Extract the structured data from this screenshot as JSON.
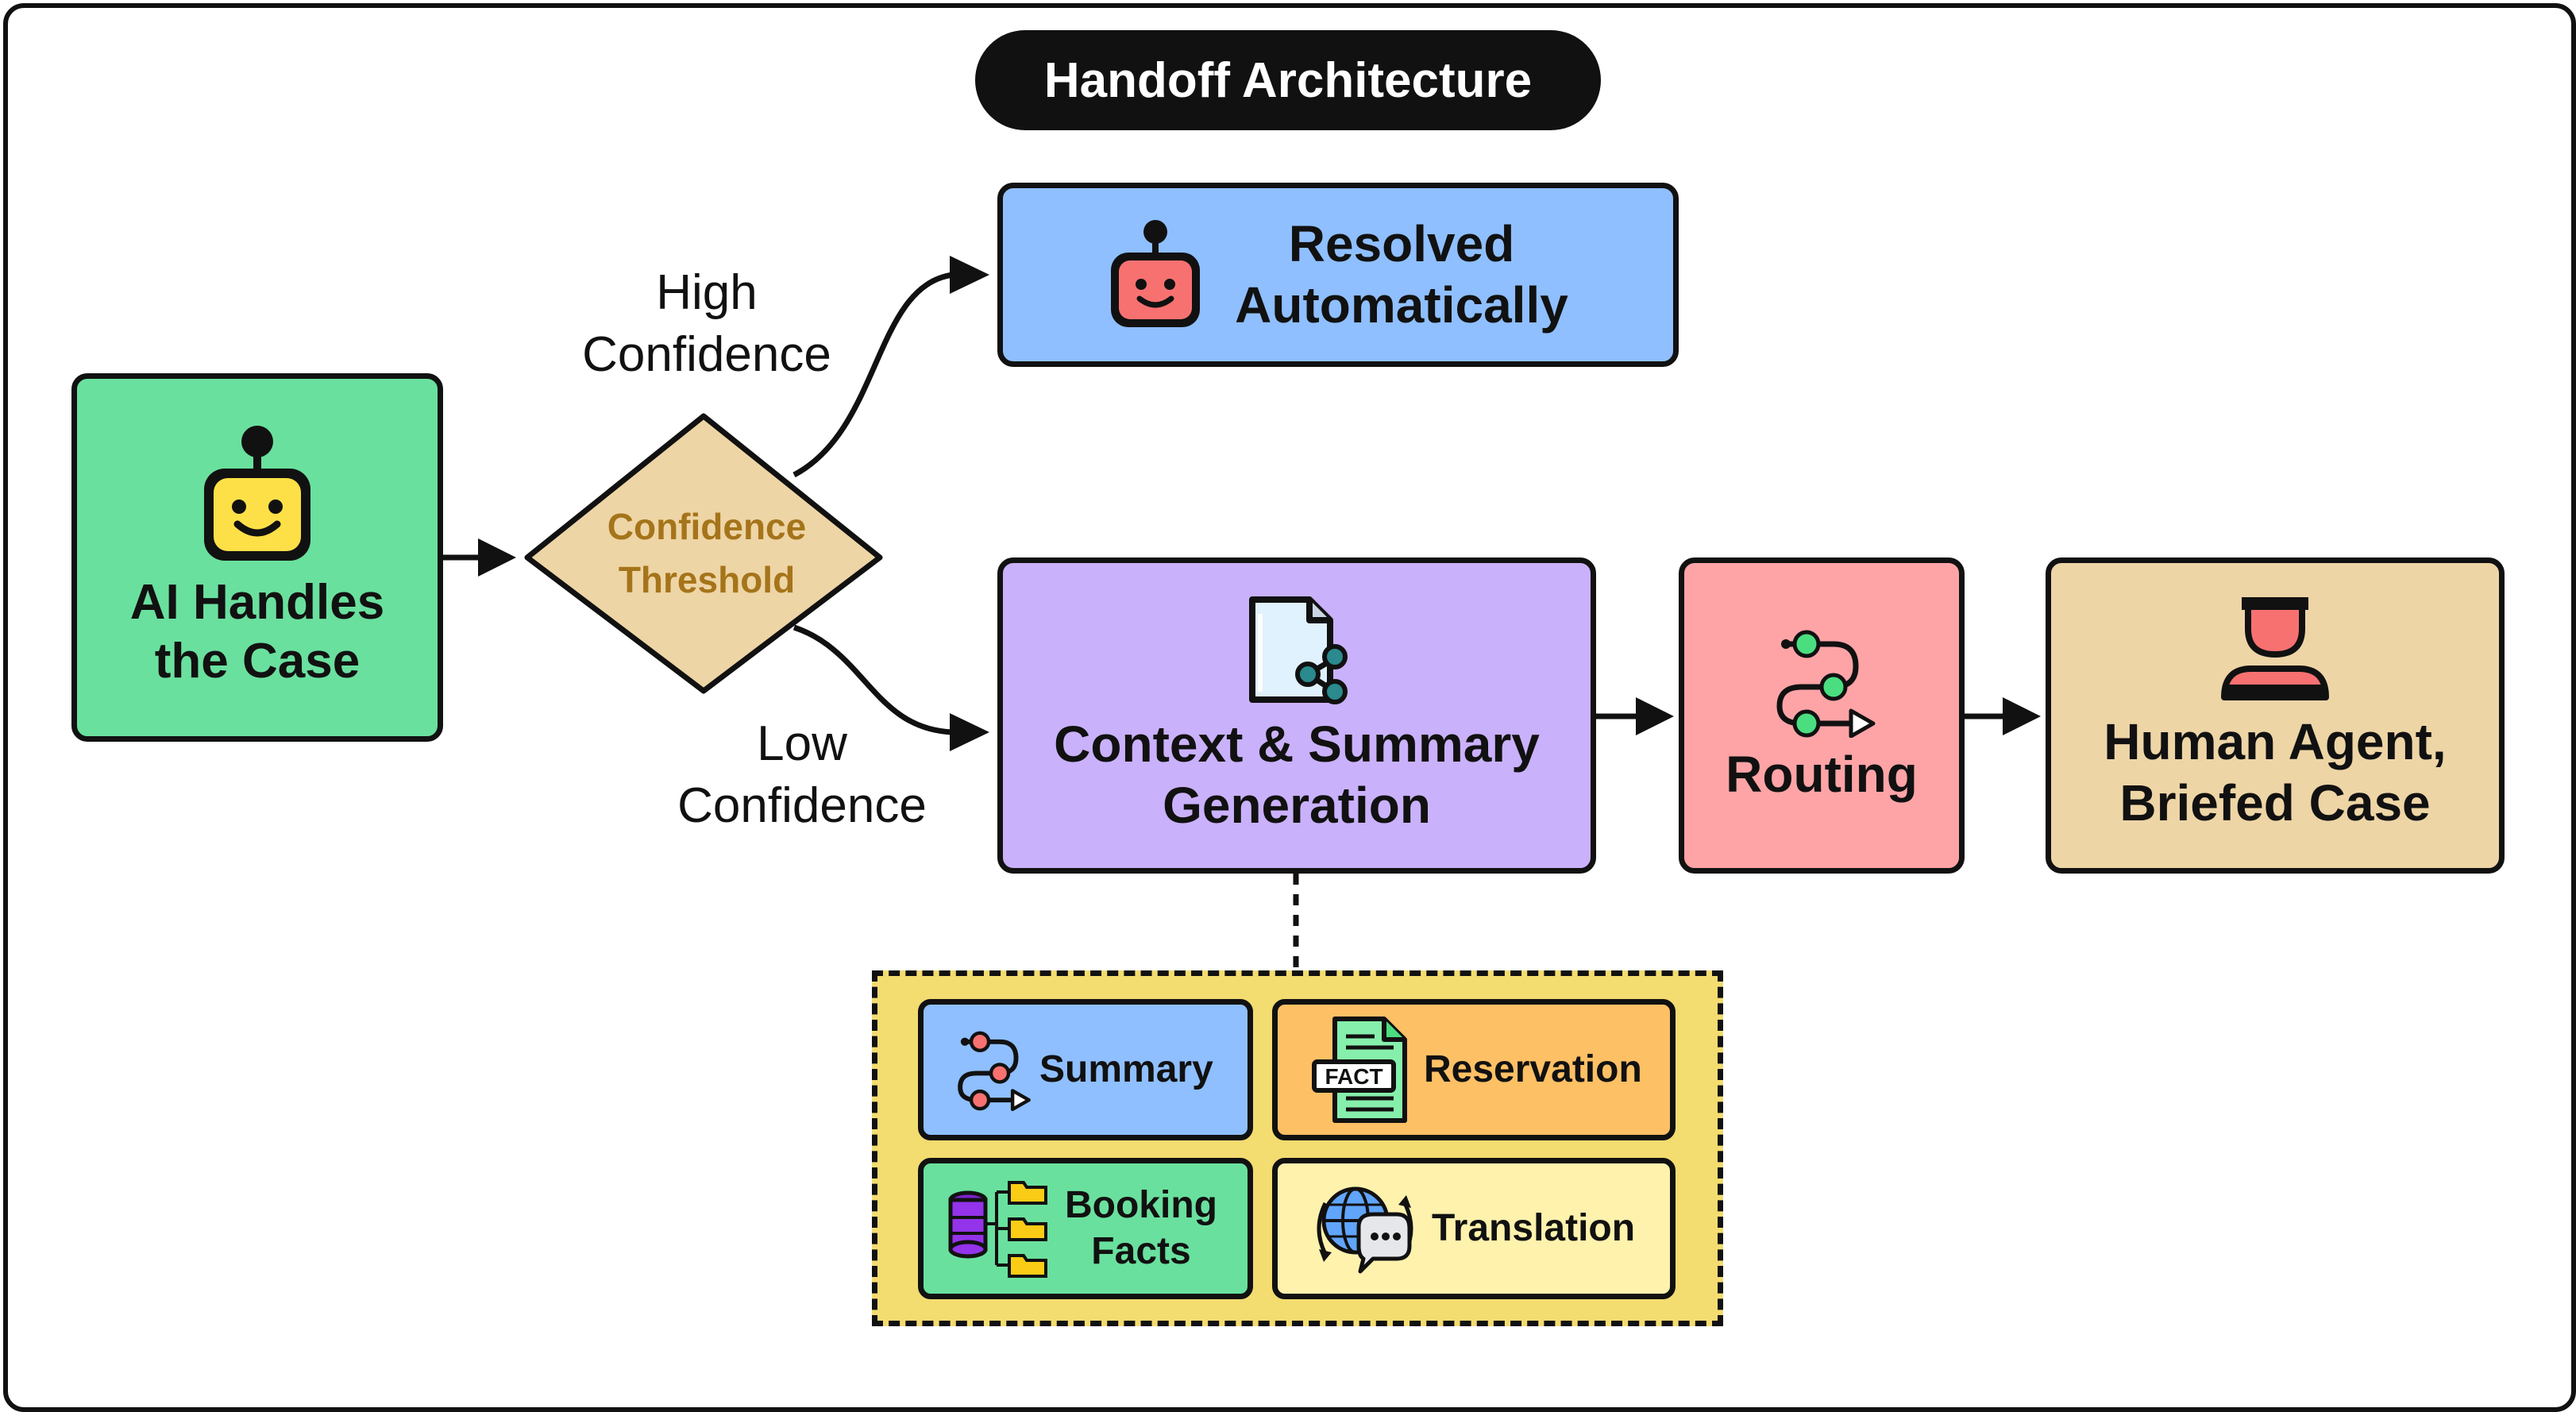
{
  "title": "Handoff Architecture",
  "nodes": {
    "ai": {
      "label": "AI Handles\nthe Case",
      "icon": "robot-icon",
      "color": "#6ae09e"
    },
    "threshold": {
      "label": "Confidence\nThreshold",
      "color": "#eed5a6",
      "text_color": "#a5741a"
    },
    "resolved": {
      "label": "Resolved\nAutomatically",
      "icon": "robot-icon",
      "color": "#8fbfff"
    },
    "context": {
      "label": "Context & Summary\nGeneration",
      "icon": "shared-document-icon",
      "color": "#cab1fb"
    },
    "routing": {
      "label": "Routing",
      "icon": "route-icon",
      "color": "#fea4a7"
    },
    "human": {
      "label": "Human Agent,\nBriefed Case",
      "icon": "person-icon",
      "color": "#eed5a6"
    }
  },
  "edge_labels": {
    "high": "High\nConfidence",
    "low": "Low\nConfidence"
  },
  "sub_panel": {
    "color": "#f3dc70",
    "items": [
      {
        "label": "Summary",
        "icon": "route-icon",
        "color": "#8fbfff"
      },
      {
        "label": "Reservation",
        "icon": "fact-document-icon",
        "color": "#fec065"
      },
      {
        "label": "Booking\nFacts",
        "icon": "database-folders-icon",
        "color": "#6ae09e"
      },
      {
        "label": "Translation",
        "icon": "globe-chat-icon",
        "color": "#fff2ad"
      }
    ]
  }
}
